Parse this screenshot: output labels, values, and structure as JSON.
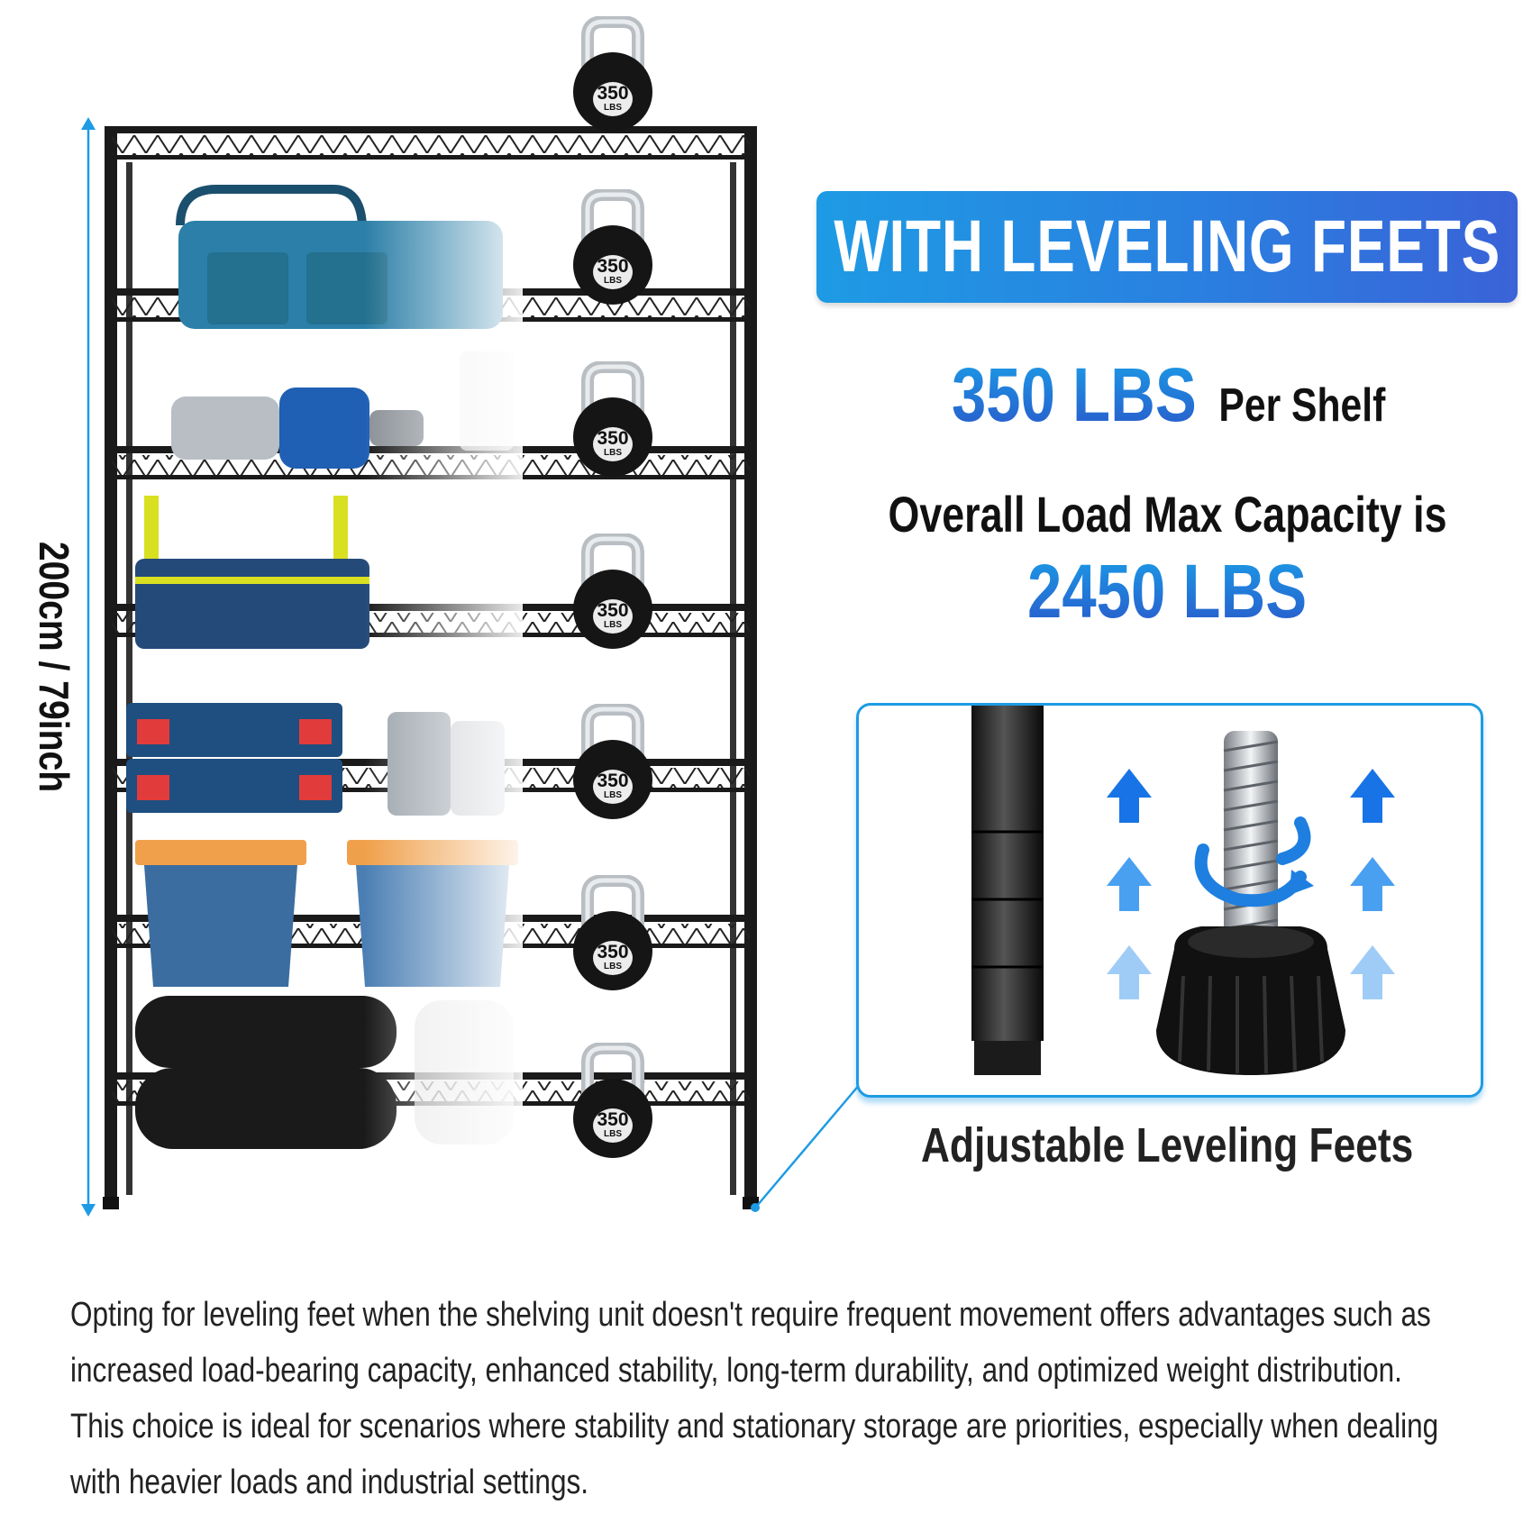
{
  "banner": {
    "title": "WITH LEVELING FEETS"
  },
  "capacity": {
    "per_shelf_value": "350 LBS",
    "per_shelf_label": "Per Shelf",
    "overall_label": "Overall Load Max Capacity is",
    "overall_value": "2450 LBS"
  },
  "dimension": {
    "height_label": "200cm / 79inch"
  },
  "weights": {
    "value": "350",
    "unit": "LBS",
    "count": 7
  },
  "detail": {
    "caption": "Adjustable Leveling Feets"
  },
  "description": {
    "lines": [
      "Opting for leveling feet when the shelving unit doesn't require frequent movement offers advantages such as",
      "increased load-bearing capacity, enhanced stability, long-term durability, and optimized weight distribution.",
      "This choice is ideal for scenarios where stability and stationary storage are priorities, especially when dealing",
      "with heavier loads and industrial settings."
    ]
  },
  "colors": {
    "accent": "#1e9be4",
    "accent_dark": "#2a55c9",
    "rack": "#1a1a1a",
    "text": "#111111"
  }
}
